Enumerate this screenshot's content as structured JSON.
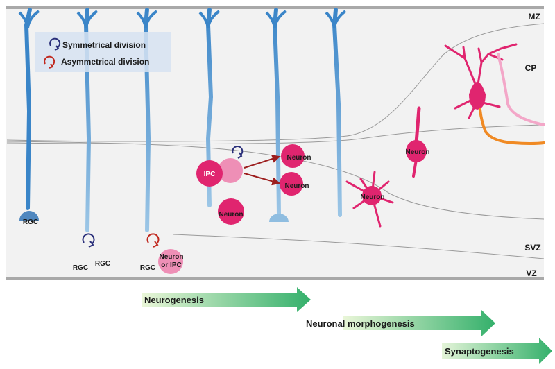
{
  "layers": {
    "mz": "MZ",
    "cp": "CP",
    "svz": "SVZ",
    "vz": "VZ"
  },
  "legend": {
    "symmetrical": "Symmetrical division",
    "asymmetrical": "Asymmetrical division"
  },
  "cells": {
    "rgc_apical": "RGC",
    "rgc_daughter_1": "RGC",
    "rgc_daughter_2": "RGC",
    "rgc_daughter_3": "RGC",
    "neuron_or_ipc_line1": "Neuron",
    "neuron_or_ipc_line2": "or IPC",
    "ipc": "IPC",
    "neuron_from_ipc": "Neuron",
    "neuron_upper": "Neuron",
    "neuron_lower": "Neuron",
    "neuron_multipolar": "Neuron",
    "neuron_bipolar": "Neuron"
  },
  "processes": {
    "neurogenesis": "Neurogenesis",
    "morphogenesis": "Neuronal morphogenesis",
    "synaptogenesis": "Synaptogenesis"
  },
  "colors": {
    "rgc_blue": "#3a85c8",
    "rgc_light": "#8fbde0",
    "neuron_magenta": "#e0256f",
    "pale_pink": "#ee8fb6",
    "symmetric_arrow": "#2a2f7a",
    "asymmetric_arrow": "#c0281e",
    "axon_orange": "#f08a24",
    "arrow_green": "#3db06a"
  }
}
